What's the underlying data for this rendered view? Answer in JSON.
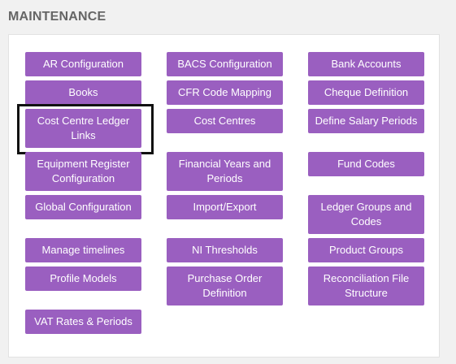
{
  "section": {
    "title": "MAINTENANCE"
  },
  "tiles": [
    {
      "id": "ar-configuration",
      "label": "AR Configuration"
    },
    {
      "id": "bacs-configuration",
      "label": "BACS Configuration"
    },
    {
      "id": "bank-accounts",
      "label": "Bank Accounts"
    },
    {
      "id": "books",
      "label": "Books"
    },
    {
      "id": "cfr-code-mapping",
      "label": "CFR Code Mapping"
    },
    {
      "id": "cheque-definition",
      "label": "Cheque Definition"
    },
    {
      "id": "cost-centre-ledger-links",
      "label": "Cost Centre Ledger Links",
      "selected": true
    },
    {
      "id": "cost-centres",
      "label": "Cost Centres"
    },
    {
      "id": "define-salary-periods",
      "label": "Define Salary Periods"
    },
    {
      "id": "equipment-register-configuration",
      "label": "Equipment Register Configuration"
    },
    {
      "id": "financial-years-and-periods",
      "label": "Financial Years and Periods"
    },
    {
      "id": "fund-codes",
      "label": "Fund Codes"
    },
    {
      "id": "global-configuration",
      "label": "Global Configuration"
    },
    {
      "id": "import-export",
      "label": "Import/Export"
    },
    {
      "id": "ledger-groups-and-codes",
      "label": "Ledger Groups and Codes"
    },
    {
      "id": "manage-timelines",
      "label": "Manage timelines"
    },
    {
      "id": "ni-thresholds",
      "label": "NI Thresholds"
    },
    {
      "id": "product-groups",
      "label": "Product Groups"
    },
    {
      "id": "profile-models",
      "label": "Profile Models"
    },
    {
      "id": "purchase-order-definition",
      "label": "Purchase Order Definition"
    },
    {
      "id": "reconciliation-file-structure",
      "label": "Reconciliation File Structure"
    },
    {
      "id": "vat-rates-periods",
      "label": "VAT Rates & Periods"
    }
  ],
  "colors": {
    "tile_background": "#9a5fc0",
    "tile_text": "#ffffff",
    "selection_outline": "#111111",
    "title_text": "#666666"
  }
}
